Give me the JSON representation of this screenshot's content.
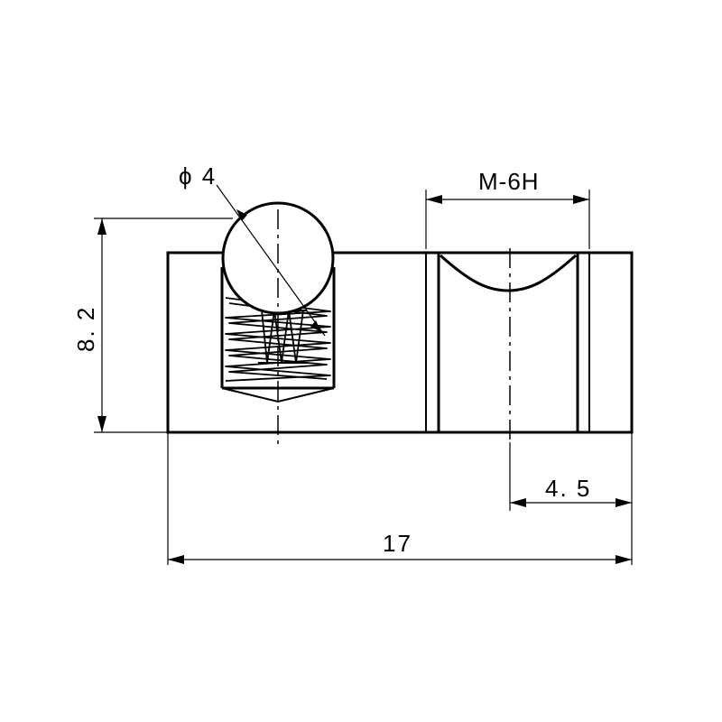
{
  "drawing": {
    "dimensions": {
      "ball_diameter": "ϕ 4",
      "thread_spec": "M-6H",
      "height": "8. 2",
      "offset": "4. 5",
      "overall_length": "17"
    }
  }
}
